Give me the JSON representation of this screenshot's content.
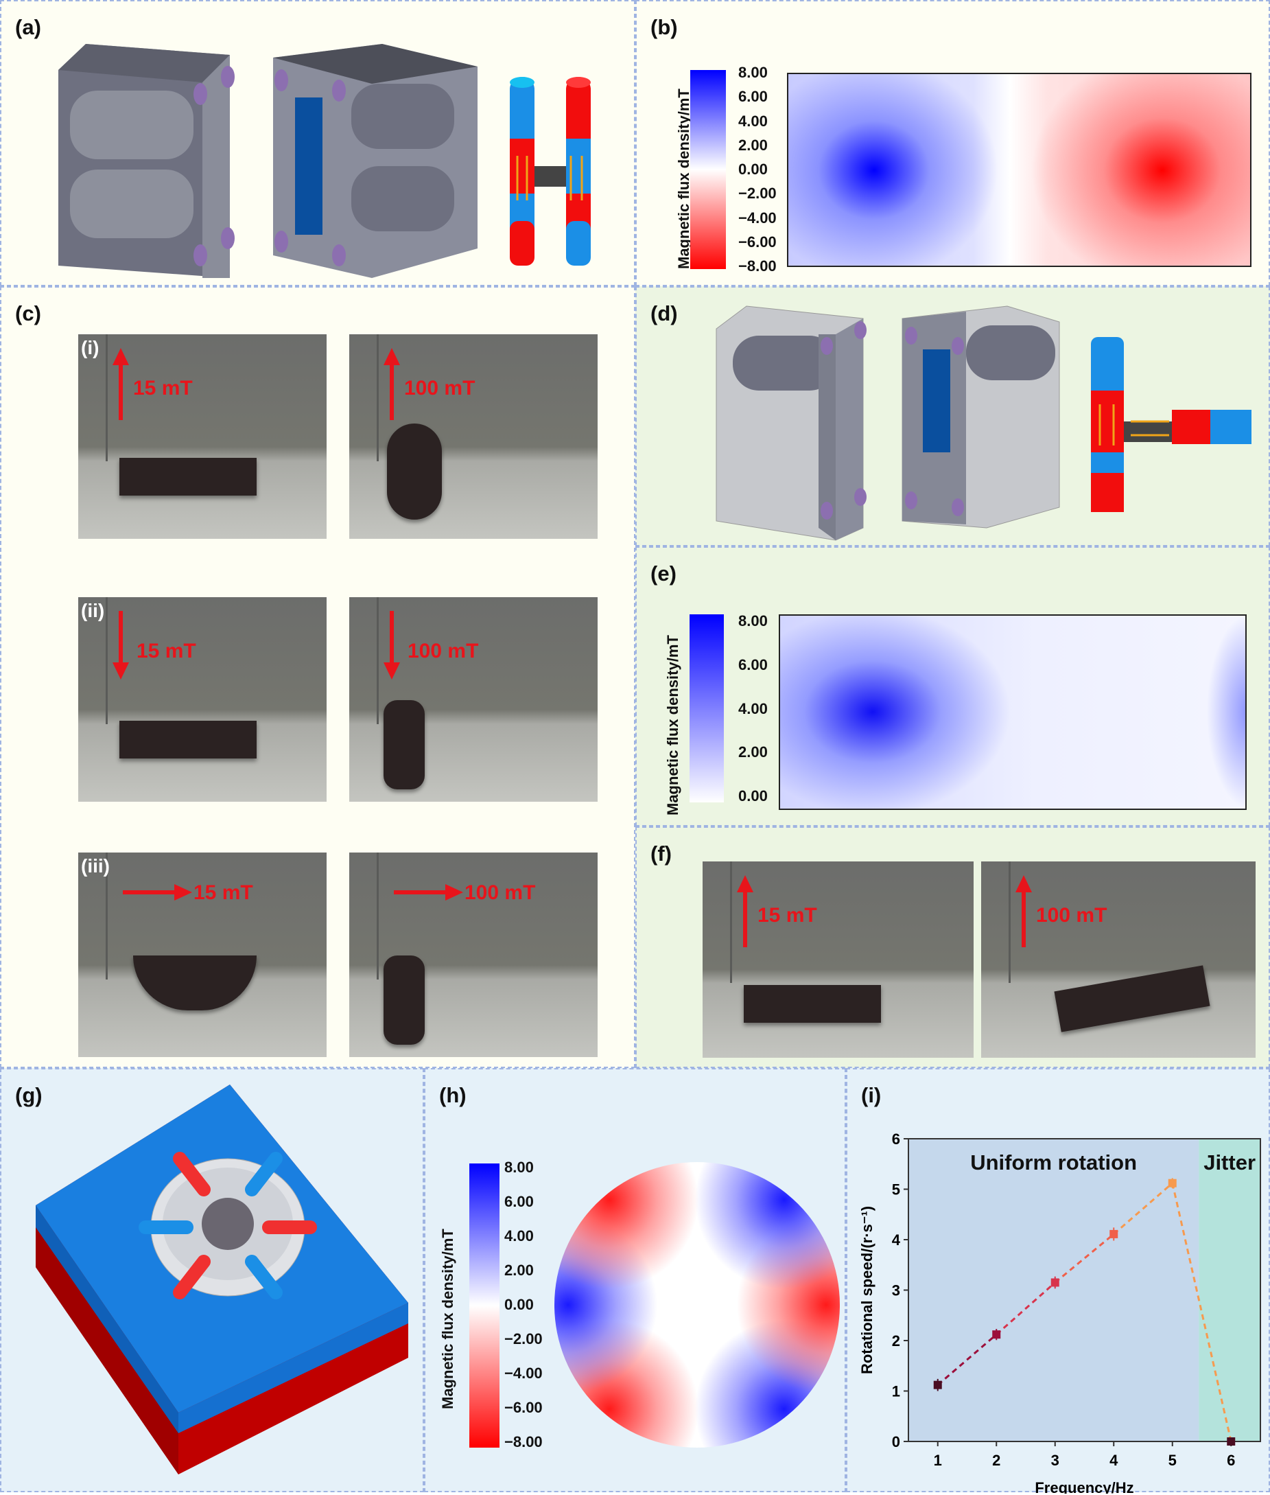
{
  "panels": {
    "a": "(a)",
    "b": "(b)",
    "c": "(c)",
    "d": "(d)",
    "e": "(e)",
    "f": "(f)",
    "g": "(g)",
    "h": "(h)",
    "i": "(i)"
  },
  "colorbar_b": {
    "label": "Magnetic flux density/mT",
    "ticks": [
      "8.00",
      "6.00",
      "4.00",
      "2.00",
      "0.00",
      "−2.00",
      "−4.00",
      "−6.00",
      "−8.00"
    ],
    "colors": [
      "#0000ff",
      "#ffffff",
      "#ff0000"
    ]
  },
  "colorbar_e": {
    "label": "Magnetic flux density/mT",
    "ticks": [
      "8.00",
      "6.00",
      "4.00",
      "2.00",
      "0.00"
    ],
    "colors": [
      "#0000ff",
      "#ffffff"
    ]
  },
  "colorbar_h": {
    "label": "Magnetic flux density/mT",
    "ticks": [
      "8.00",
      "6.00",
      "4.00",
      "2.00",
      "0.00",
      "−2.00",
      "−4.00",
      "−6.00",
      "−8.00"
    ],
    "colors": [
      "#0000ff",
      "#ffffff",
      "#ff0000"
    ]
  },
  "photos_c": [
    {
      "sub": "(i)",
      "field": "15 mT",
      "dir": "up"
    },
    {
      "field": "100 mT",
      "dir": "up"
    },
    {
      "sub": "(ii)",
      "field": "15 mT",
      "dir": "down"
    },
    {
      "field": "100 mT",
      "dir": "down"
    },
    {
      "sub": "(iii)",
      "field": "15 mT",
      "dir": "right"
    },
    {
      "field": "100 mT",
      "dir": "right"
    }
  ],
  "photos_f": [
    {
      "field": "15 mT",
      "dir": "up"
    },
    {
      "field": "100 mT",
      "dir": "up"
    }
  ],
  "colors": {
    "magnet_red": "#f20d0d",
    "magnet_blue": "#1b8fe6",
    "arrow_red": "#e8141b",
    "arrow_orange": "#f0a418",
    "housing": "#7d8090"
  },
  "chart_data": {
    "type": "line",
    "xlabel": "Frequency/Hz",
    "ylabel": "Rotational speed/(r·s⁻¹)",
    "x": [
      1,
      2,
      3,
      4,
      5,
      6
    ],
    "series": [
      {
        "values": [
          1.12,
          2.12,
          3.15,
          4.11,
          5.12,
          0
        ],
        "errors": [
          0.12,
          0.11,
          0.12,
          0.13,
          0.1,
          0
        ]
      }
    ],
    "xlim": [
      0.5,
      6.5
    ],
    "ylim": [
      0,
      6
    ],
    "xticks": [
      "1",
      "2",
      "3",
      "4",
      "5",
      "6"
    ],
    "yticks": [
      "0",
      "1",
      "2",
      "3",
      "4",
      "5",
      "6"
    ],
    "regions": [
      {
        "label": "Uniform rotation",
        "from": 0.5,
        "to": 5.45,
        "color": "#c5d8ec"
      },
      {
        "label": "Jitter",
        "from": 5.45,
        "to": 6.5,
        "color": "#b4e3dc"
      }
    ],
    "point_colors": [
      "#4a0d22",
      "#9c0f3b",
      "#d8344c",
      "#f0604a",
      "#f79a4e",
      "#4a0d22"
    ],
    "grid": false
  }
}
